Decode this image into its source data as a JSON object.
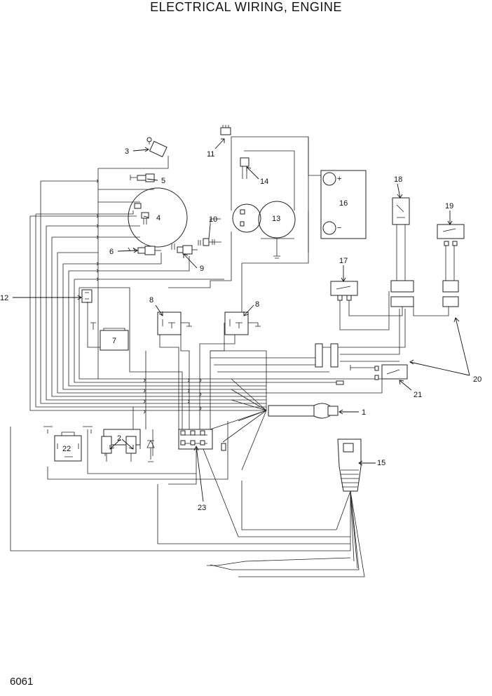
{
  "title": "ELECTRICAL WIRING, ENGINE",
  "page_code": "6061",
  "callouts": [
    "1",
    "2",
    "3",
    "4",
    "5",
    "6",
    "7",
    "8",
    "8",
    "9",
    "10",
    "11",
    "12",
    "13",
    "14",
    "15",
    "16",
    "17",
    "18",
    "19",
    "20",
    "21",
    "22",
    "23"
  ]
}
